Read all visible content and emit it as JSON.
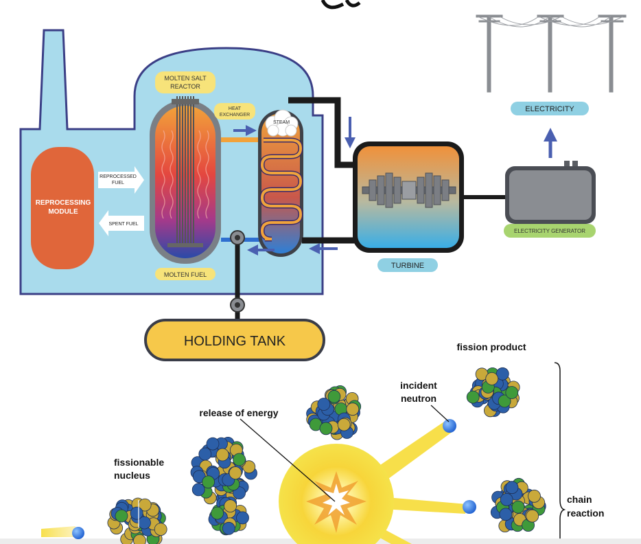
{
  "reactor_diagram": {
    "labels": {
      "molten_salt_reactor": [
        "MOLTEN SALT",
        "REACTOR"
      ],
      "heat_exchanger": [
        "HEAT",
        "EXCHANGER"
      ],
      "steam": "STEAM",
      "reprocessed_fuel": [
        "REPROCESSED",
        "FUEL"
      ],
      "spent_fuel": "SPENT FUEL",
      "reprocessing_module": [
        "REPROCESSING",
        "MODULE"
      ],
      "molten_fuel": "MOLTEN FUEL",
      "turbine": "TURBINE",
      "electricity": "ELECTRICITY",
      "electricity_generator": "ELECTRICITY GENERATOR",
      "holding_tank": "HOLDING TANK"
    },
    "colors": {
      "building": "#a9dbec",
      "building_outline": "#3b3f86",
      "reprocessing_module": "#e0663a",
      "label_yellow": "#f7e37a",
      "label_blue": "#8fd0e3",
      "label_green": "#a8d46f",
      "holding_tank": "#f6c84a",
      "arrow_blue": "#4a5fb0"
    }
  },
  "fission_diagram": {
    "labels": {
      "fission_product": "fission product",
      "incident_neutron": [
        "incident",
        "neutron"
      ],
      "release_of_energy": "release of energy",
      "fissionable_nucleus": [
        "fissionable",
        "nucleus"
      ],
      "chain_reaction": [
        "chain",
        "reaction"
      ]
    },
    "colors": {
      "blue_nucleon": "#2c5fa8",
      "gold_nucleon": "#c9a93a",
      "green_nucleon": "#3f9a3a",
      "energy_burst": "#fbe13a"
    }
  }
}
